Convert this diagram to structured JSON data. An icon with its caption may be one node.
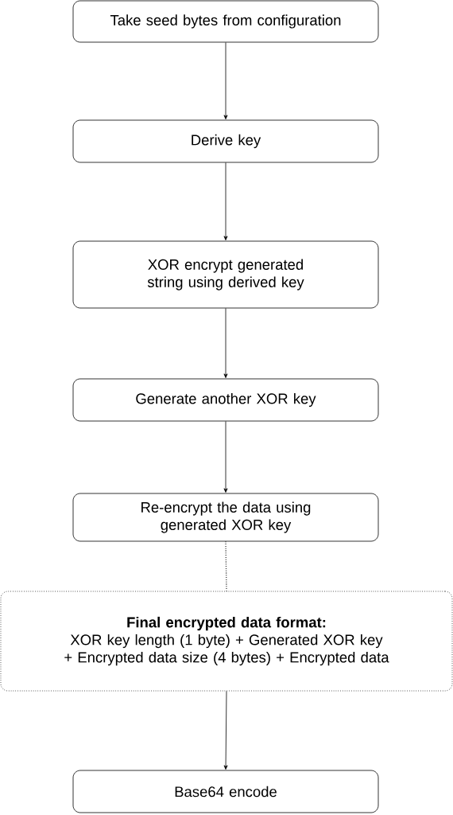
{
  "diagram": {
    "nodes": [
      {
        "text": [
          "Take seed bytes from configuration"
        ]
      },
      {
        "text": [
          "Derive key"
        ]
      },
      {
        "text": [
          "XOR encrypt generated string using derived key"
        ]
      },
      {
        "text": [
          "Generate another XOR key"
        ]
      },
      {
        "text": [
          "Re-encrypt the data using generated XOR key"
        ]
      },
      {
        "text": [
          "Final encrypted data format:",
          "XOR key length (1 byte) + Generated XOR key + Encrypted data size (4 bytes) + Encrypted data"
        ]
      },
      {
        "text": [
          "Base64 encode"
        ]
      }
    ],
    "edges": [
      {
        "from": 0,
        "to": 1,
        "arrow": "to"
      },
      {
        "from": 1,
        "to": 2,
        "arrow": "to"
      },
      {
        "from": 2,
        "to": 3,
        "arrow": "to"
      },
      {
        "from": 3,
        "to": 4,
        "arrow": "to"
      },
      {
        "from": 4,
        "to": 5,
        "arrow": "none",
        "style": "dashed"
      },
      {
        "from": 5,
        "to": 6,
        "arrow": "to"
      }
    ]
  }
}
